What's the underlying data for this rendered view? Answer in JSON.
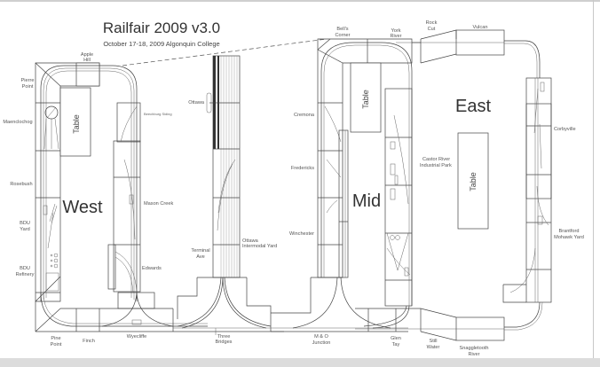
{
  "header": {
    "title": "Railfair 2009 v3.0",
    "subtitle": "October 17-18, 2009 Algonquin College"
  },
  "sections": {
    "west": "West",
    "mid": "Mid",
    "east": "East"
  },
  "tables": {
    "west": "Table",
    "mid": "Table",
    "east": "Table"
  },
  "stations": {
    "apple_hill": [
      "Apple",
      "Hill"
    ],
    "pierre_point": [
      "Pierre",
      "Point"
    ],
    "maenclochog": "Maenclochog",
    "rosebush": "Rosebush",
    "bdu_yard": [
      "BDU",
      "Yard"
    ],
    "bdu_refinery": [
      "BDU",
      "Refinery"
    ],
    "pine_point": [
      "Pine",
      "Point"
    ],
    "finch": "Finch",
    "wyecliffe": "Wyecliffe",
    "beechburg_siding": "Beechburg Siding",
    "mason_creek": "Mason Creek",
    "edwards": "Edwards",
    "ottawa": "Ottawa",
    "terminal_ave": [
      "Terminal",
      "Ave"
    ],
    "ottawa_intermodal": [
      "Ottawa",
      "Intermodal Yard"
    ],
    "three_bridges": [
      "Three",
      "Bridges"
    ],
    "cremona": "Cremona",
    "fredericks": "Fredericks",
    "winchester": "Winchester",
    "mo_junction": [
      "M & O",
      "Junction"
    ],
    "bells_corner": [
      "Bell's",
      "Corner"
    ],
    "york_river": [
      "York",
      "River"
    ],
    "rock_cut": [
      "Rock",
      "Cut"
    ],
    "vulcan": "Vulcan",
    "castor_river": [
      "Castor River",
      "Industrial Park"
    ],
    "glen_tay": [
      "Glen",
      "Tay"
    ],
    "still_water": [
      "Still",
      "Water"
    ],
    "snaggletooth": [
      "Snaggletooth",
      "River"
    ],
    "corbyville": "Corbyville",
    "brantford": [
      "Brantford",
      "Mohawk Yard"
    ]
  }
}
